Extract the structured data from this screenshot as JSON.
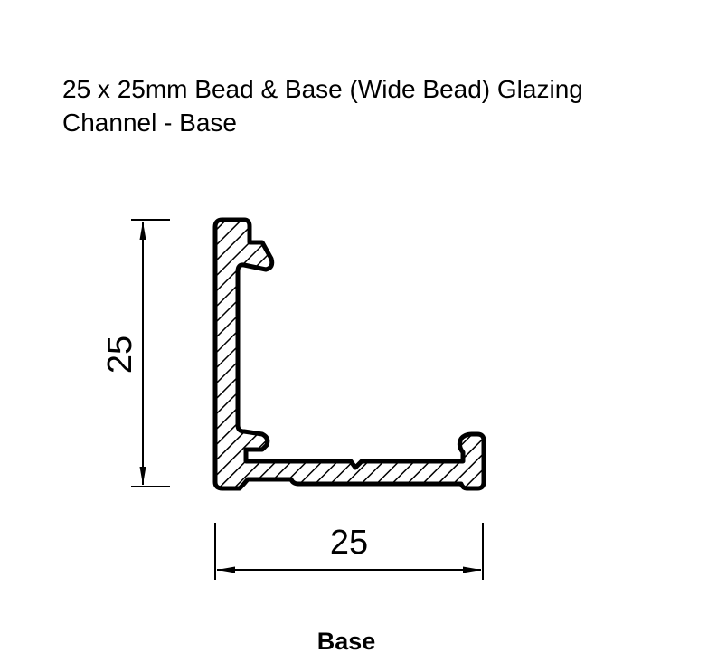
{
  "title": {
    "line1": "25 x 25mm Bead & Base (Wide Bead) Glazing",
    "line2": "Channel - Base"
  },
  "dimensions": {
    "height": {
      "value": "25",
      "unit": "mm",
      "orientation": "vertical"
    },
    "width": {
      "value": "25",
      "unit": "mm",
      "orientation": "horizontal"
    }
  },
  "profile": {
    "name": "base-profile-cross-section",
    "fill": "hatched",
    "stroke_color": "#000000",
    "background": "#ffffff"
  },
  "caption": "Base"
}
